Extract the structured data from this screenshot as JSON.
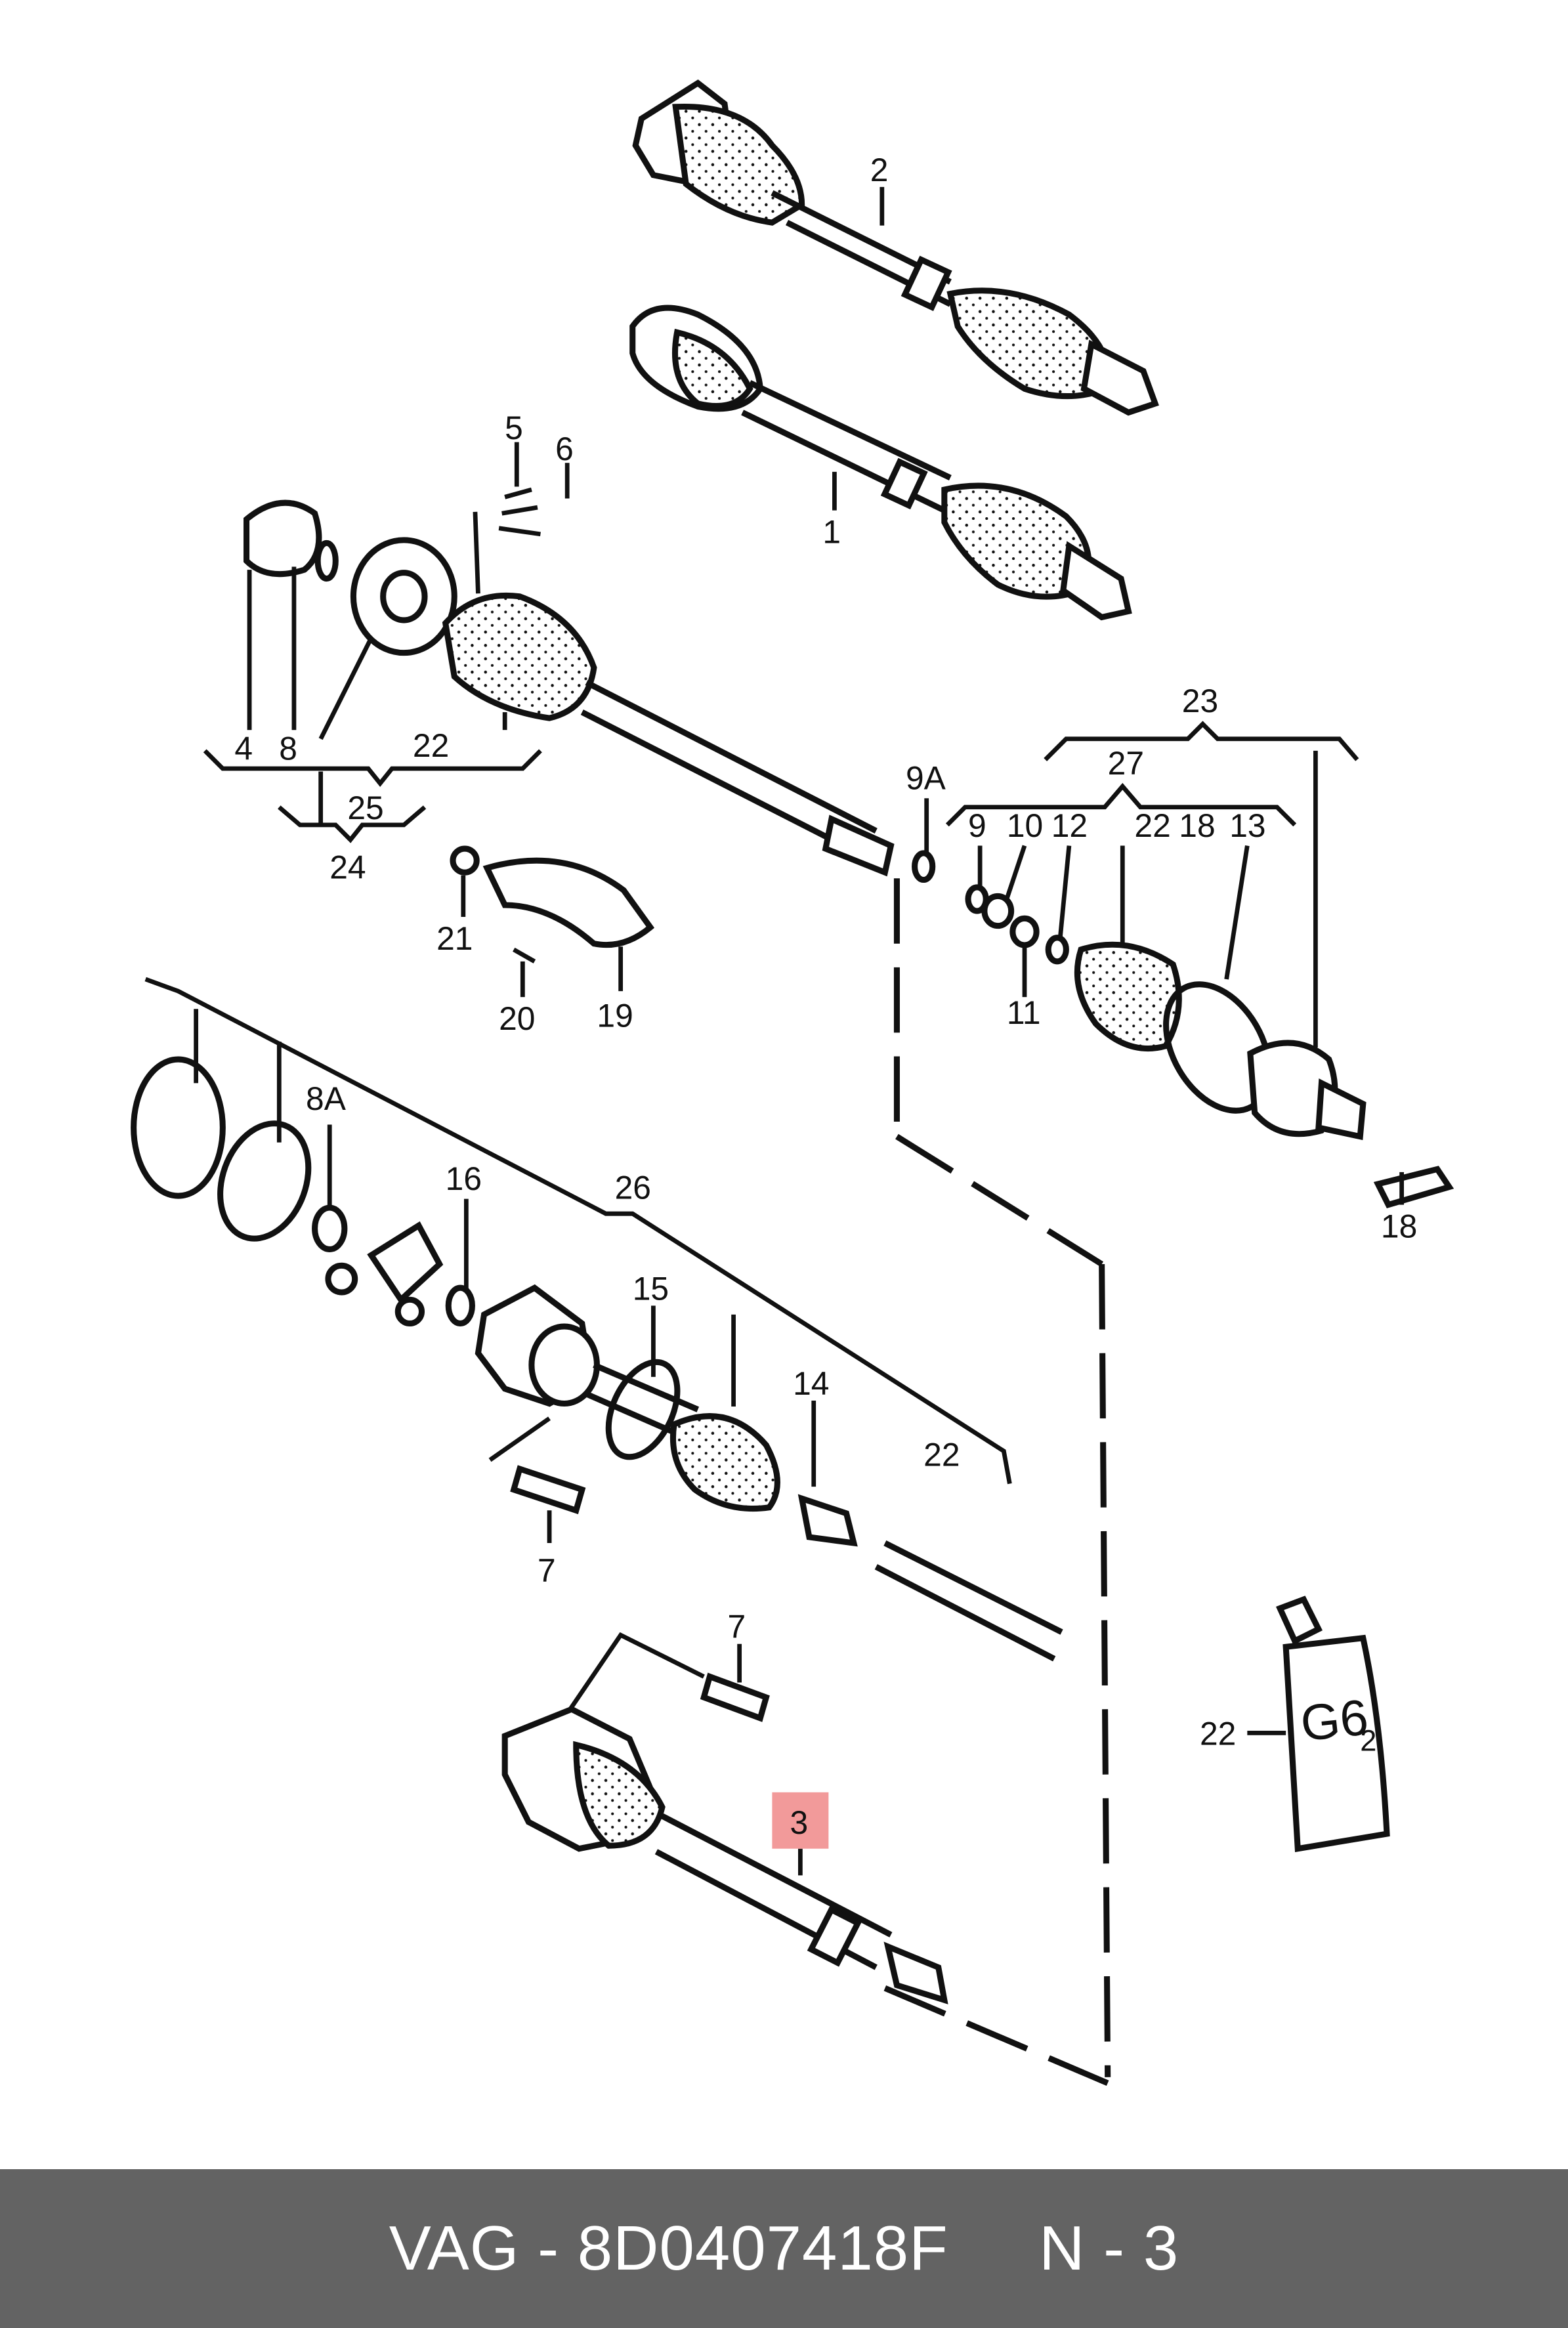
{
  "labels": {
    "l2": "2",
    "l1": "1",
    "l5": "5",
    "l6": "6",
    "l4": "4",
    "l8": "8",
    "l22_top": "22",
    "l25": "25",
    "l24": "24",
    "l21": "21",
    "l20": "20",
    "l19": "19",
    "l9A": "9A",
    "l23": "23",
    "l27": "27",
    "l9": "9",
    "l10": "10",
    "l12": "12",
    "l22_r": "22",
    "l18_r": "18",
    "l13": "13",
    "l11": "11",
    "l18_b": "18",
    "l8A": "8A",
    "l16": "16",
    "l26": "26",
    "l15": "15",
    "l14": "14",
    "l22_mid": "22",
    "l7_mid": "7",
    "l7_low": "7",
    "l22_tube": "22",
    "l3": "3"
  },
  "tube_text": "G6",
  "tube_sub": "2",
  "highlight_color": "#f29a9a",
  "footer": {
    "brand": "VAG",
    "part_number": "8D0407418F",
    "position": "N - 3",
    "text": "VAG - 8D0407418F     N - 3"
  }
}
